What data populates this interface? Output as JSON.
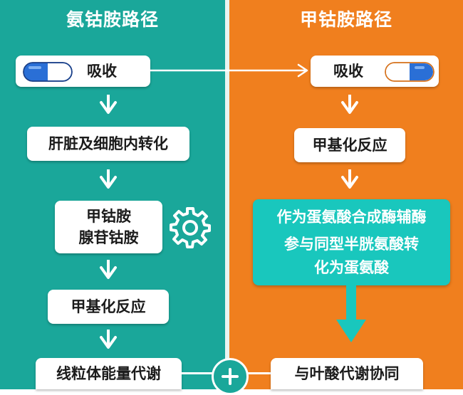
{
  "left": {
    "title": "氨钴胺路径",
    "steps": [
      "吸收",
      "肝脏及细胞内转化",
      "甲钴胺",
      "腺苷钴胺",
      "甲基化反应",
      "线粒体能量代谢"
    ]
  },
  "right": {
    "title": "甲钴胺路径",
    "steps": [
      "吸收",
      "甲基化反应"
    ],
    "highlight": [
      "作为蛋氨酸合成酶辅酶",
      "参与同型半胱氨酸转",
      "化为蛋氨酸"
    ],
    "final": "与叶酸代谢协同"
  },
  "colors": {
    "left_bg": "#1aa79a",
    "right_bg": "#f07f1e",
    "highlight": "#19c7bd",
    "capsule_blue": "#2a6fd6"
  },
  "icons": [
    "capsule-icon",
    "gear-icon",
    "plus-icon",
    "arrow-down-icon",
    "arrow-right-icon"
  ]
}
